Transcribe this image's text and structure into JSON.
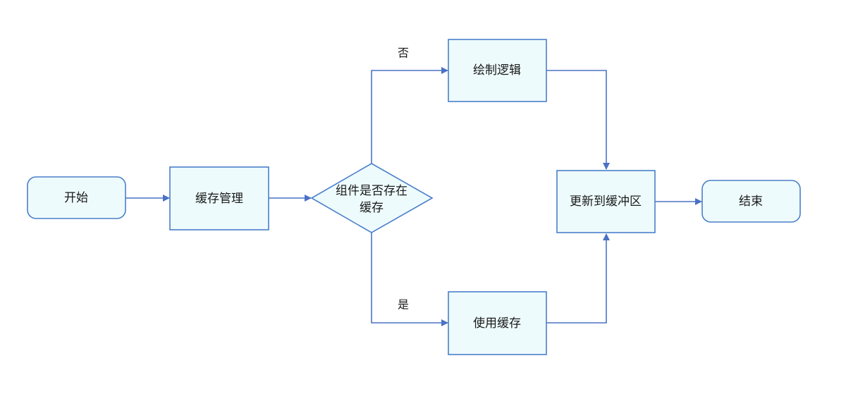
{
  "nodes": {
    "start": "开始",
    "cache_mgmt": "缓存管理",
    "decision_line1": "组件是否存在",
    "decision_line2": "缓存",
    "draw_logic": "绘制逻辑",
    "use_cache": "使用缓存",
    "update_buffer": "更新到缓冲区",
    "end": "结束"
  },
  "edges": {
    "no_label": "否",
    "yes_label": "是"
  },
  "colors": {
    "node_fill": "#eefbfc",
    "node_stroke": "#4a7fca",
    "edge": "#4a72c4"
  }
}
